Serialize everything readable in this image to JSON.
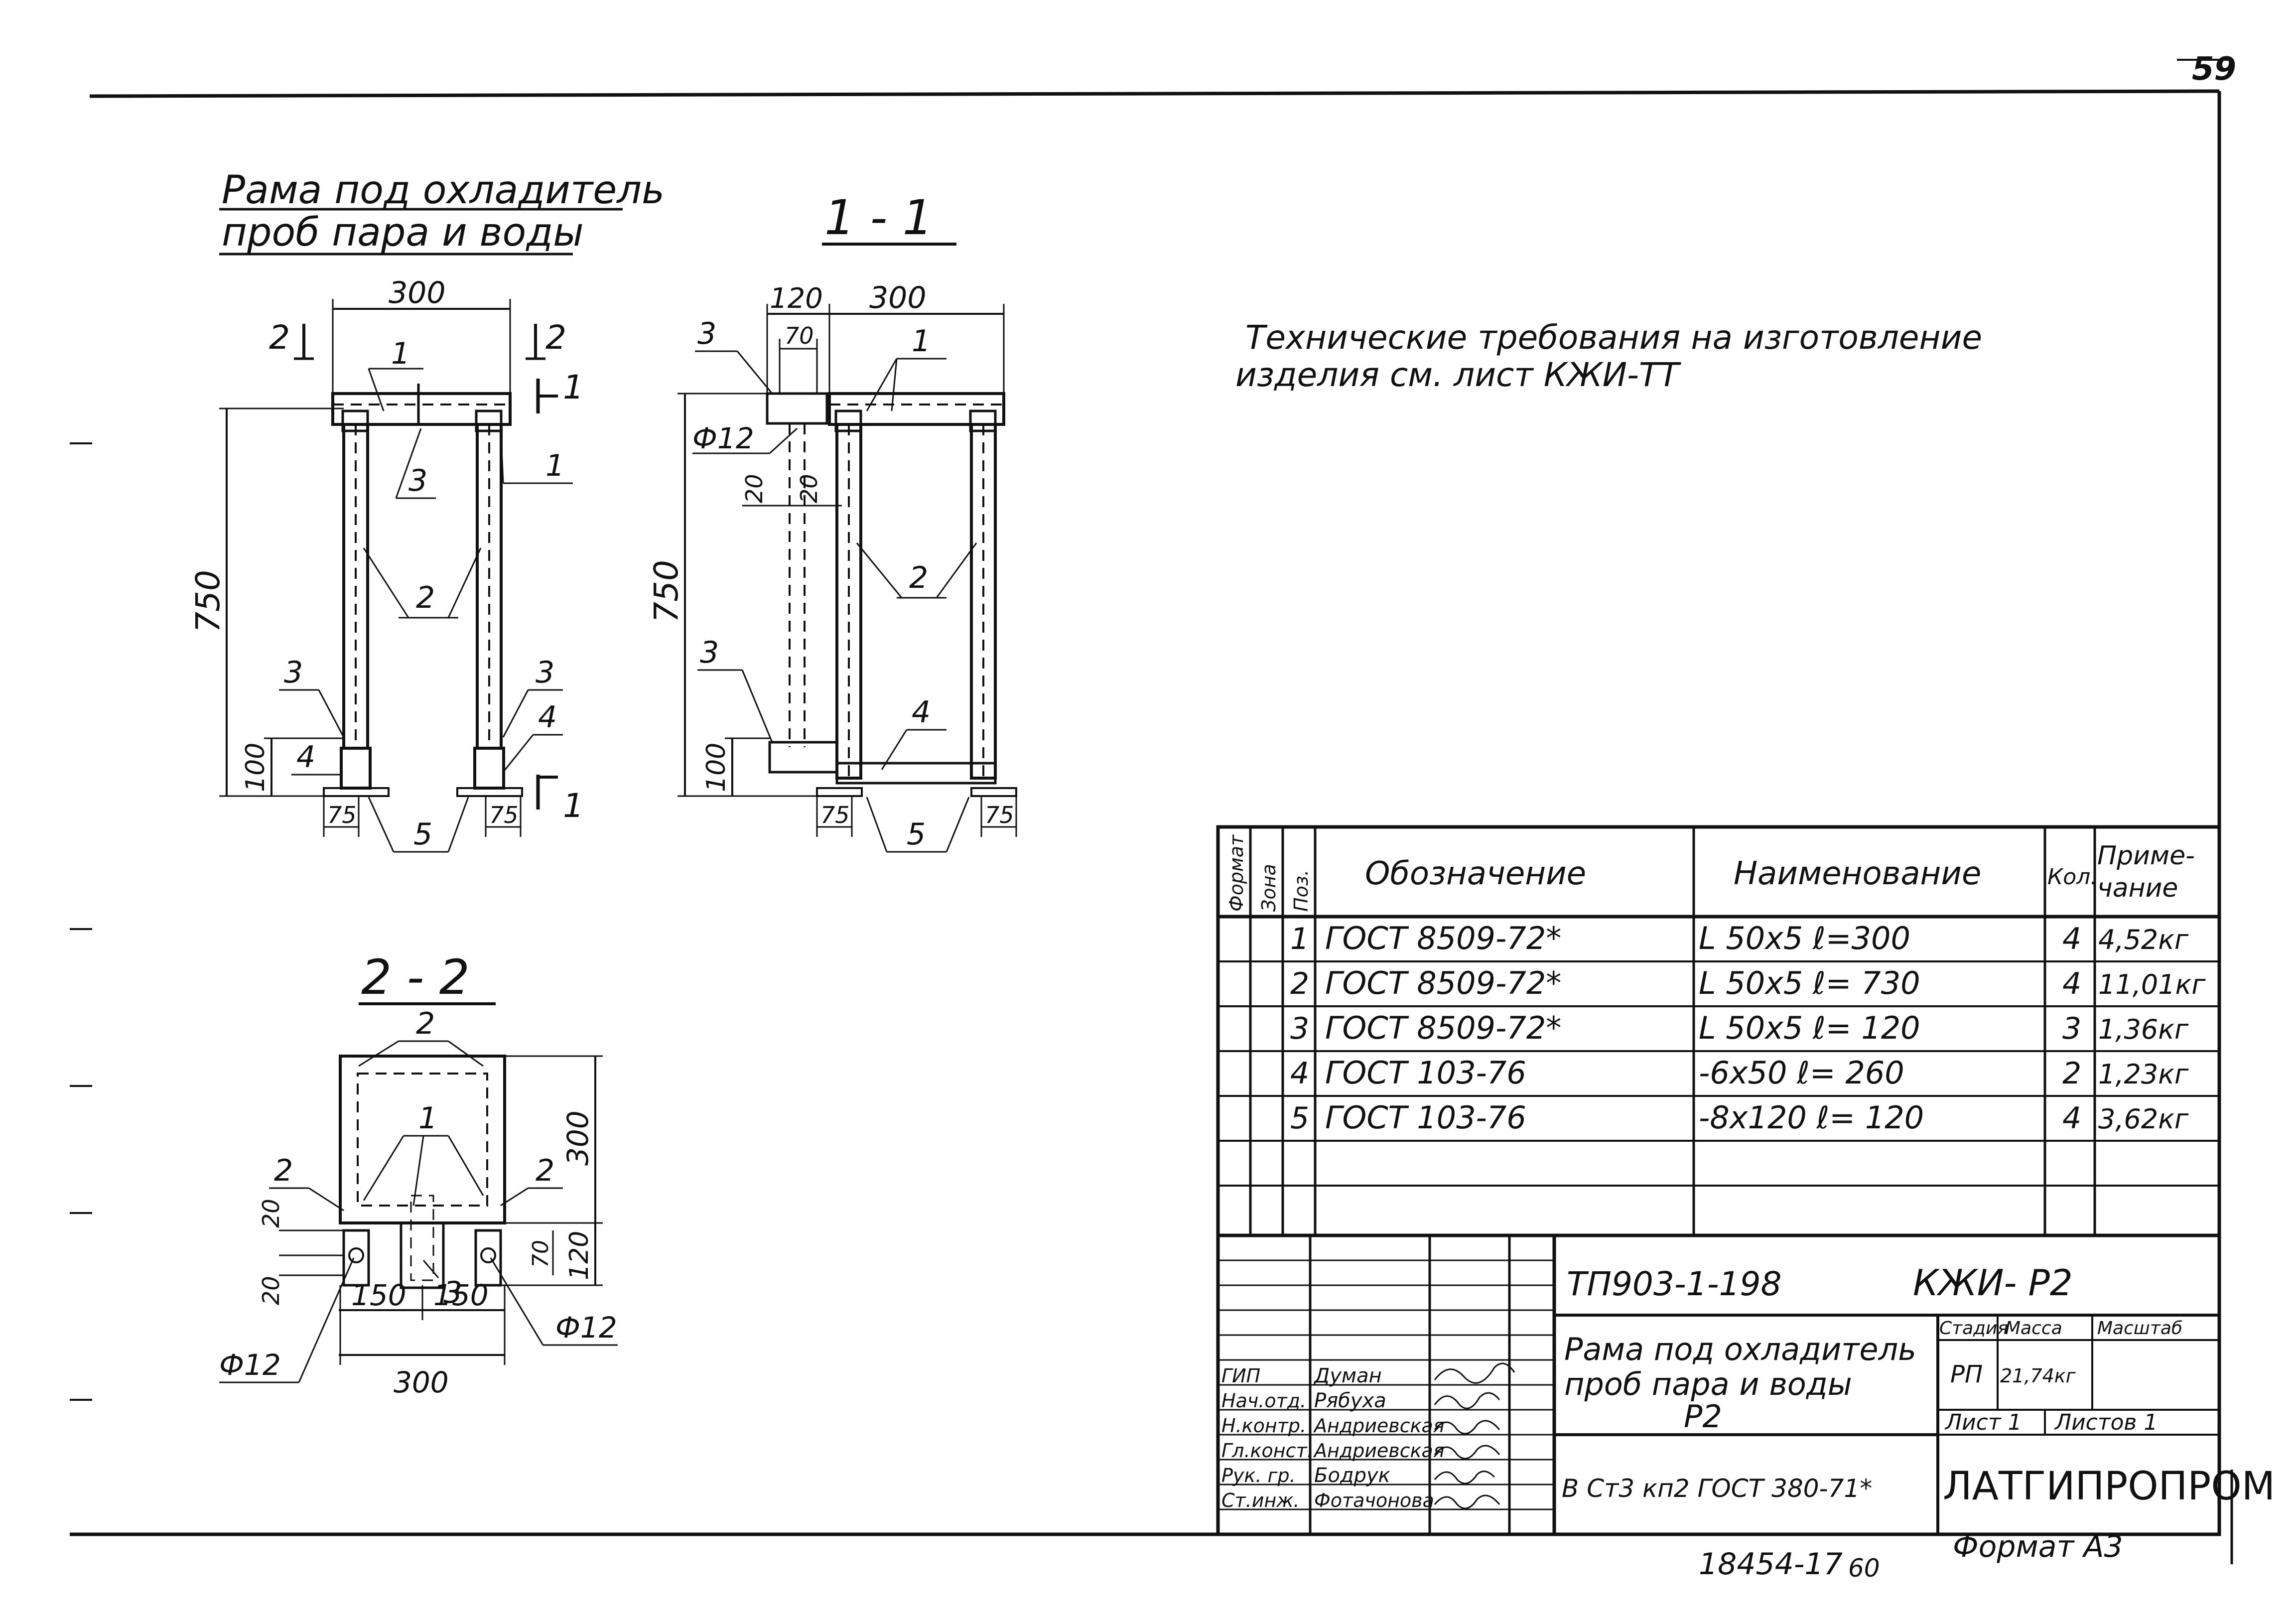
{
  "page_number": "59",
  "views": {
    "main_title": [
      "Рама под охладитель",
      "проб пара и воды"
    ],
    "section_1_1": "1 - 1",
    "section_2_2": "2 - 2"
  },
  "view_main": {
    "dim_width": "300",
    "dim_height": "750",
    "dim_base": "100",
    "dim_left_75": "75",
    "dim_right_75": "75",
    "cut_2_left": "2",
    "cut_2_right": "2",
    "cut_1_top": "1",
    "cut_1_bottom": "1",
    "pos_1_top": "1",
    "pos_1_right": "1",
    "pos_2": "2",
    "pos_3_center": "3",
    "pos_3_left": "3",
    "pos_3_right": "3",
    "pos_4_left": "4",
    "pos_4_right": "4",
    "pos_5": "5"
  },
  "view_section_1_1": {
    "dim_120": "120",
    "dim_300": "300",
    "dim_70": "70",
    "dim_20_a": "20",
    "dim_20_b": "20",
    "dim_750": "750",
    "dim_100": "100",
    "dim_phi12": "Ф12",
    "dim_75_left": "75",
    "dim_75_right": "75",
    "pos_3_top": "3",
    "pos_1": "1",
    "pos_2": "2",
    "pos_3_bottom": "3",
    "pos_4": "4",
    "pos_5": "5"
  },
  "view_section_2_2": {
    "pos_2_top": "2",
    "pos_1": "1",
    "pos_2_left": "2",
    "pos_2_right": "2",
    "pos_3": "3",
    "dim_300_right": "300",
    "dim_120": "120",
    "dim_70": "70",
    "dim_20_a": "20",
    "dim_20_b": "20",
    "dim_150_a": "150",
    "dim_150_b": "150",
    "dim_300_bottom": "300",
    "dim_phi12_left": "Ф12",
    "dim_phi12_right": "Ф12"
  },
  "notes": {
    "line1": "Технические требования на изготовление",
    "line2": "изделия см. лист КЖИ-ТТ"
  },
  "spec_table": {
    "headers": {
      "format": "Формат",
      "zone": "Зона",
      "pos": "Поз.",
      "designation": "Обозначение",
      "name": "Наименование",
      "qty": "Кол.",
      "note_1": "Приме-",
      "note_2": "чание"
    },
    "rows": [
      {
        "pos": "1",
        "designation": "ГОСТ 8509-72*",
        "name": "L 50x5   ℓ=300",
        "qty": "4",
        "note": "4,52кг"
      },
      {
        "pos": "2",
        "designation": "ГОСТ 8509-72*",
        "name": "L 50x5   ℓ= 730",
        "qty": "4",
        "note": "11,01кг"
      },
      {
        "pos": "3",
        "designation": "ГОСТ 8509-72*",
        "name": "L 50x5   ℓ= 120",
        "qty": "3",
        "note": "1,36кг"
      },
      {
        "pos": "4",
        "designation": "ГОСТ 103-76",
        "name": "-6x50   ℓ= 260",
        "qty": "2",
        "note": "1,23кг"
      },
      {
        "pos": "5",
        "designation": "ГОСТ 103-76",
        "name": "-8x120   ℓ= 120",
        "qty": "4",
        "note": "3,62кг"
      }
    ]
  },
  "title_block": {
    "doc_number": "ТП903-1-198",
    "mark": "КЖИ- Р2",
    "title_1": "Рама под охладитель",
    "title_2": "проб пара и воды",
    "title_3": "Р2",
    "material": "В Ст3 кп2  ГОСТ 380-71*",
    "stage_label": "Стадия",
    "mass_label": "Масса",
    "scale_label": "Масштаб",
    "stage_value": "РП",
    "mass_value": "21,74кг",
    "sheet_label": "Лист 1",
    "sheets_label": "Листов 1",
    "organization": "ЛАТГИПРОПРОМ",
    "staff": [
      {
        "role": "ГИП",
        "name": "Думан"
      },
      {
        "role": "Нач.отд.",
        "name": "Рябуха"
      },
      {
        "role": "Н.контр.",
        "name": "Андриевская"
      },
      {
        "role": "Гл.конст.",
        "name": "Андриевская"
      },
      {
        "role": "Рук. гр.",
        "name": "Бодрук"
      },
      {
        "role": "Ст.инж.",
        "name": "Фотачонова"
      }
    ]
  },
  "footer": {
    "archive_number": "18454-17",
    "archive_suffix": "60",
    "format": "Формат А3"
  }
}
